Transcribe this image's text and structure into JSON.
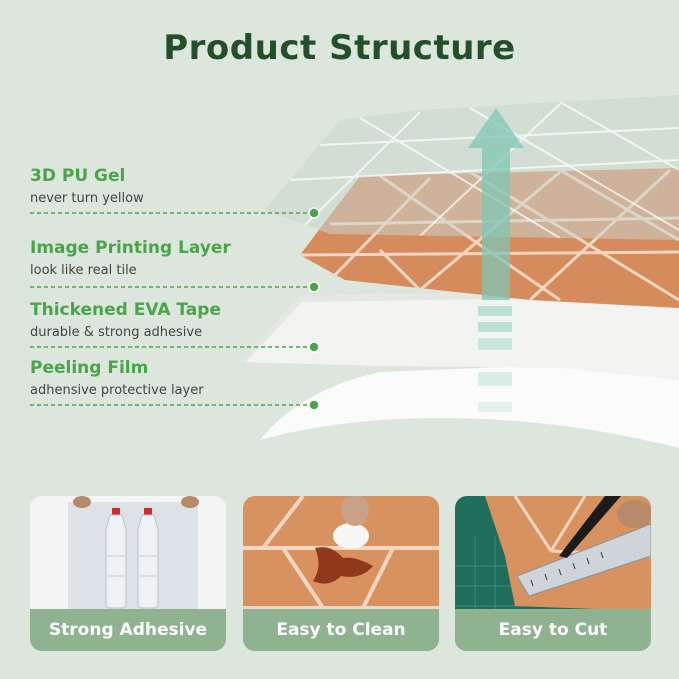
{
  "title": "Product Structure",
  "layers": [
    {
      "name": "3D PU Gel",
      "desc": "never turn yellow"
    },
    {
      "name": "Image Printing Layer",
      "desc": "look like real tile"
    },
    {
      "name": "Thickened EVA Tape",
      "desc": "durable & strong adhesive"
    },
    {
      "name": "Peeling Film",
      "desc": "adhensive protective layer"
    }
  ],
  "features": [
    {
      "label": "Strong Adhesive"
    },
    {
      "label": "Easy to Clean"
    },
    {
      "label": "Easy to Cut"
    }
  ],
  "colors": {
    "background": "#dde6dc",
    "title": "#23502b",
    "label_green": "#4aa54a",
    "tile_orange": "#d58b5c",
    "feature_bar": "#8fb291"
  }
}
